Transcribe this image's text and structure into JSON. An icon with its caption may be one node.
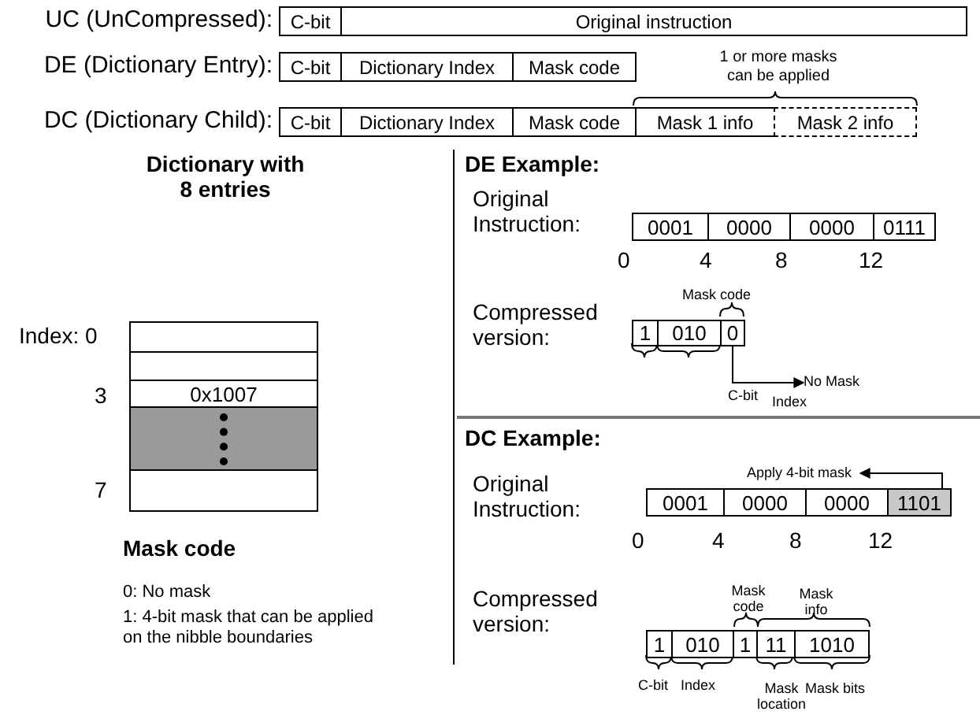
{
  "diagram": {
    "nodes": [
      {
        "text": [
          "C-bit"
        ]
      },
      {
        "text": [
          "Original instruction"
        ]
      },
      {
        "text": [
          "C-bit"
        ]
      },
      {
        "text": [
          "Dictionary Index"
        ]
      },
      {
        "text": [
          "Mask code"
        ]
      },
      {
        "text": [
          "C-bit"
        ]
      },
      {
        "text": [
          "Dictionary Index"
        ]
      },
      {
        "text": [
          "Mask code"
        ]
      },
      {
        "text": [
          "Mask 1 info"
        ]
      },
      {
        "text": [
          "Mask 2 info"
        ]
      },
      {
        "text": [],
        "shape": "box"
      },
      {
        "text": [],
        "shape": "box"
      },
      {
        "text": [
          "0x1007"
        ]
      },
      {
        "text": [],
        "shape": "box"
      },
      {
        "text": [],
        "shape": "box"
      },
      {
        "text": [
          "0001"
        ]
      },
      {
        "text": [
          "0000"
        ]
      },
      {
        "text": [
          "0000"
        ]
      },
      {
        "text": [
          "0111"
        ]
      },
      {
        "text": [
          "1"
        ]
      },
      {
        "text": [
          "010"
        ]
      },
      {
        "text": [
          "0"
        ]
      },
      {
        "text": [
          "No Mask"
        ]
      },
      {
        "text": [
          "Apply 4-bit mask"
        ]
      },
      {
        "text": [
          "0001"
        ]
      },
      {
        "text": [
          "0000"
        ]
      },
      {
        "text": [
          "0000"
        ]
      },
      {
        "text": [
          "1101"
        ]
      },
      {
        "text": [
          "1"
        ]
      },
      {
        "text": [
          "010"
        ]
      },
      {
        "text": [
          "1"
        ]
      },
      {
        "text": [
          "11"
        ]
      },
      {
        "text": [
          "1010"
        ]
      }
    ],
    "edges": [
      {
        "from": 21,
        "to": 22,
        "arrow": "to"
      },
      {
        "from": 27,
        "to": 23,
        "arrow": "to"
      }
    ],
    "labels": [
      "UC (UnCompressed):",
      "DE (Dictionary Entry):",
      "1 or more masks can be applied",
      "DC (Dictionary Child):",
      "Dictionary with 8 entries",
      "DE Example:",
      "Original Instruction:",
      "0",
      "4",
      "8",
      "12",
      "Mask code",
      "Compressed version:",
      "C-bit",
      "Index",
      "Index: 0",
      "3",
      "7",
      "DC Example:",
      "Original Instruction:",
      "0",
      "4",
      "8",
      "12",
      "Mask code",
      "Mask info",
      "Compressed version:",
      "C-bit",
      "Index",
      "Mask location",
      "Mask bits",
      "Mask code",
      "0: No mask",
      "1: 4-bit mask that can be applied on the nibble boundaries"
    ]
  }
}
